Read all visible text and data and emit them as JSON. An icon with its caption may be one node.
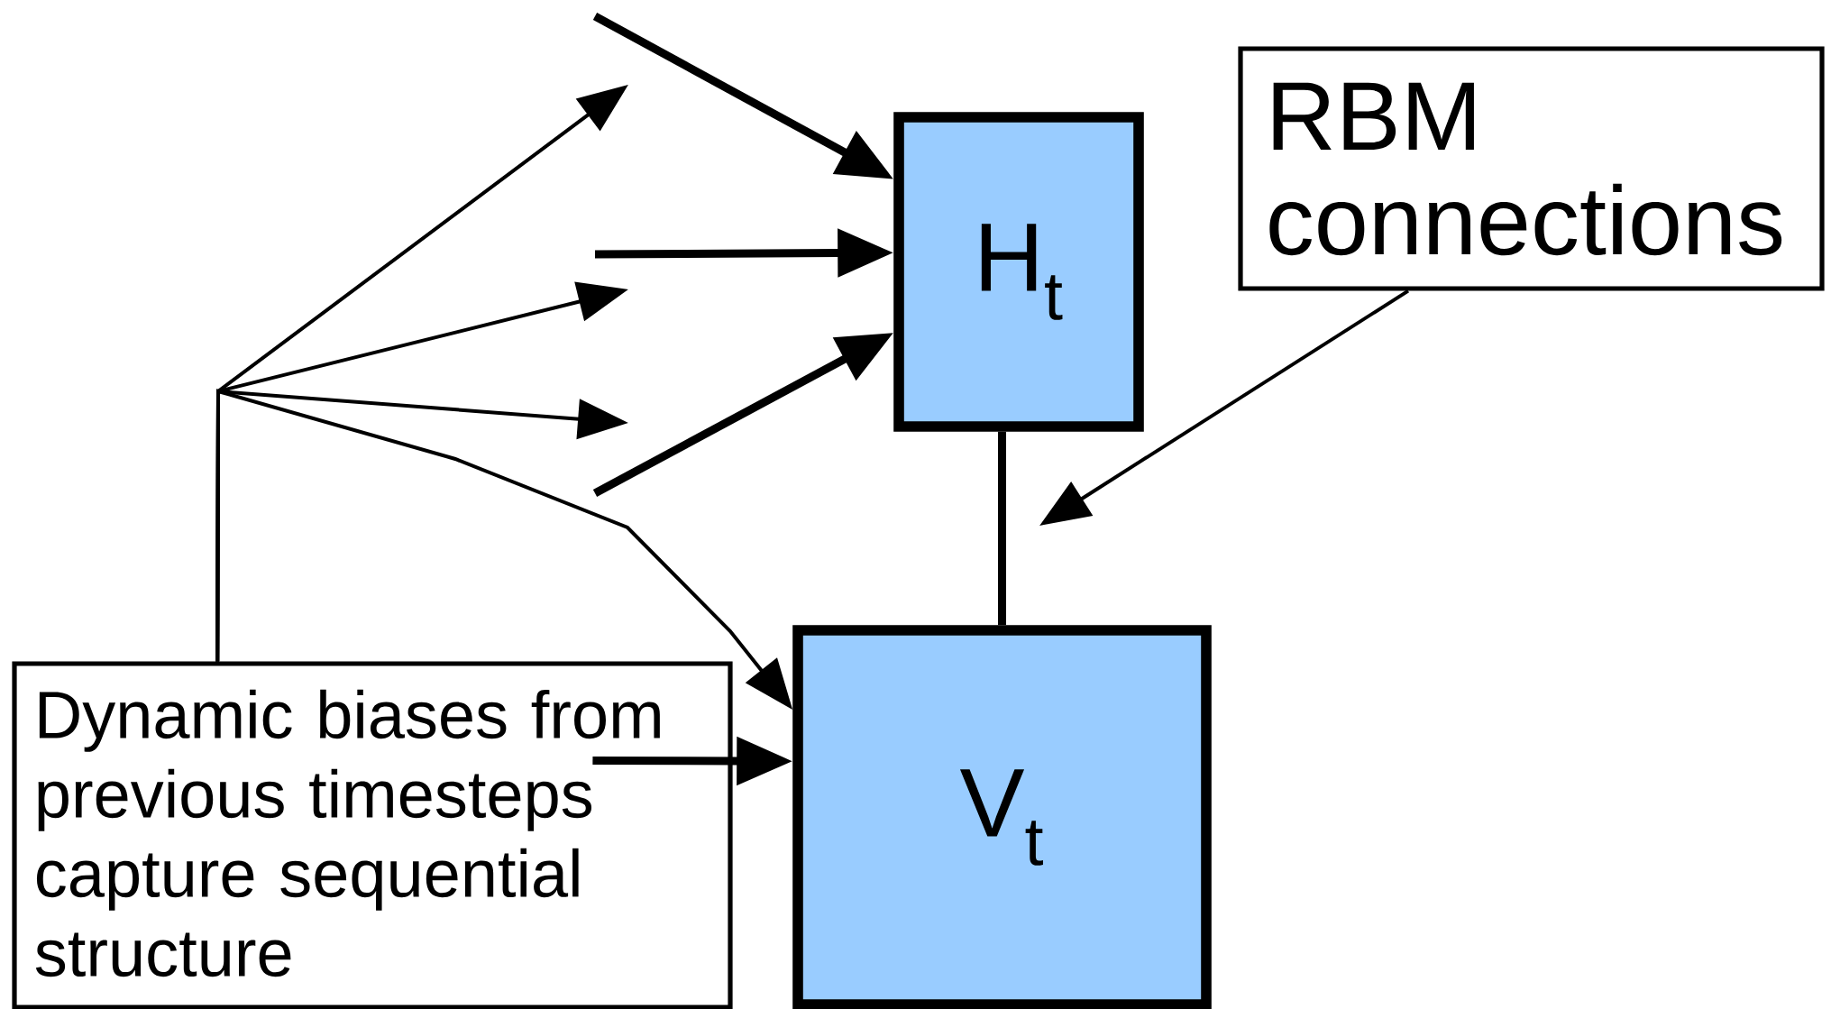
{
  "diagram": {
    "nodes": [
      {
        "text": [
          "H$_{t}$"
        ]
      },
      {
        "text": [
          "V$_{t}$"
        ]
      },
      {
        "text": [
          "RBM connections"
        ]
      },
      {
        "text": [
          "Dynamic biases from previous timesteps capture sequential structure"
        ]
      }
    ],
    "edges": [
      {
        "from": 0,
        "to": 1,
        "arrow": "none",
        "style": "thick"
      },
      {
        "from": null,
        "to": 0,
        "arrow": "to",
        "style": "thick"
      },
      {
        "from": null,
        "to": 0,
        "arrow": "to",
        "style": "thick"
      },
      {
        "from": null,
        "to": 0,
        "arrow": "to",
        "style": "thick"
      },
      {
        "from": 3,
        "to": 1,
        "arrow": "to",
        "style": "thick"
      },
      {
        "from": 2,
        "to": null,
        "arrow": "to"
      },
      {
        "from": 3,
        "to": null,
        "arrow": "to"
      },
      {
        "from": 3,
        "to": null,
        "arrow": "to"
      },
      {
        "from": 3,
        "to": null,
        "arrow": "to"
      },
      {
        "from": 3,
        "to": 1,
        "arrow": "to"
      }
    ]
  }
}
